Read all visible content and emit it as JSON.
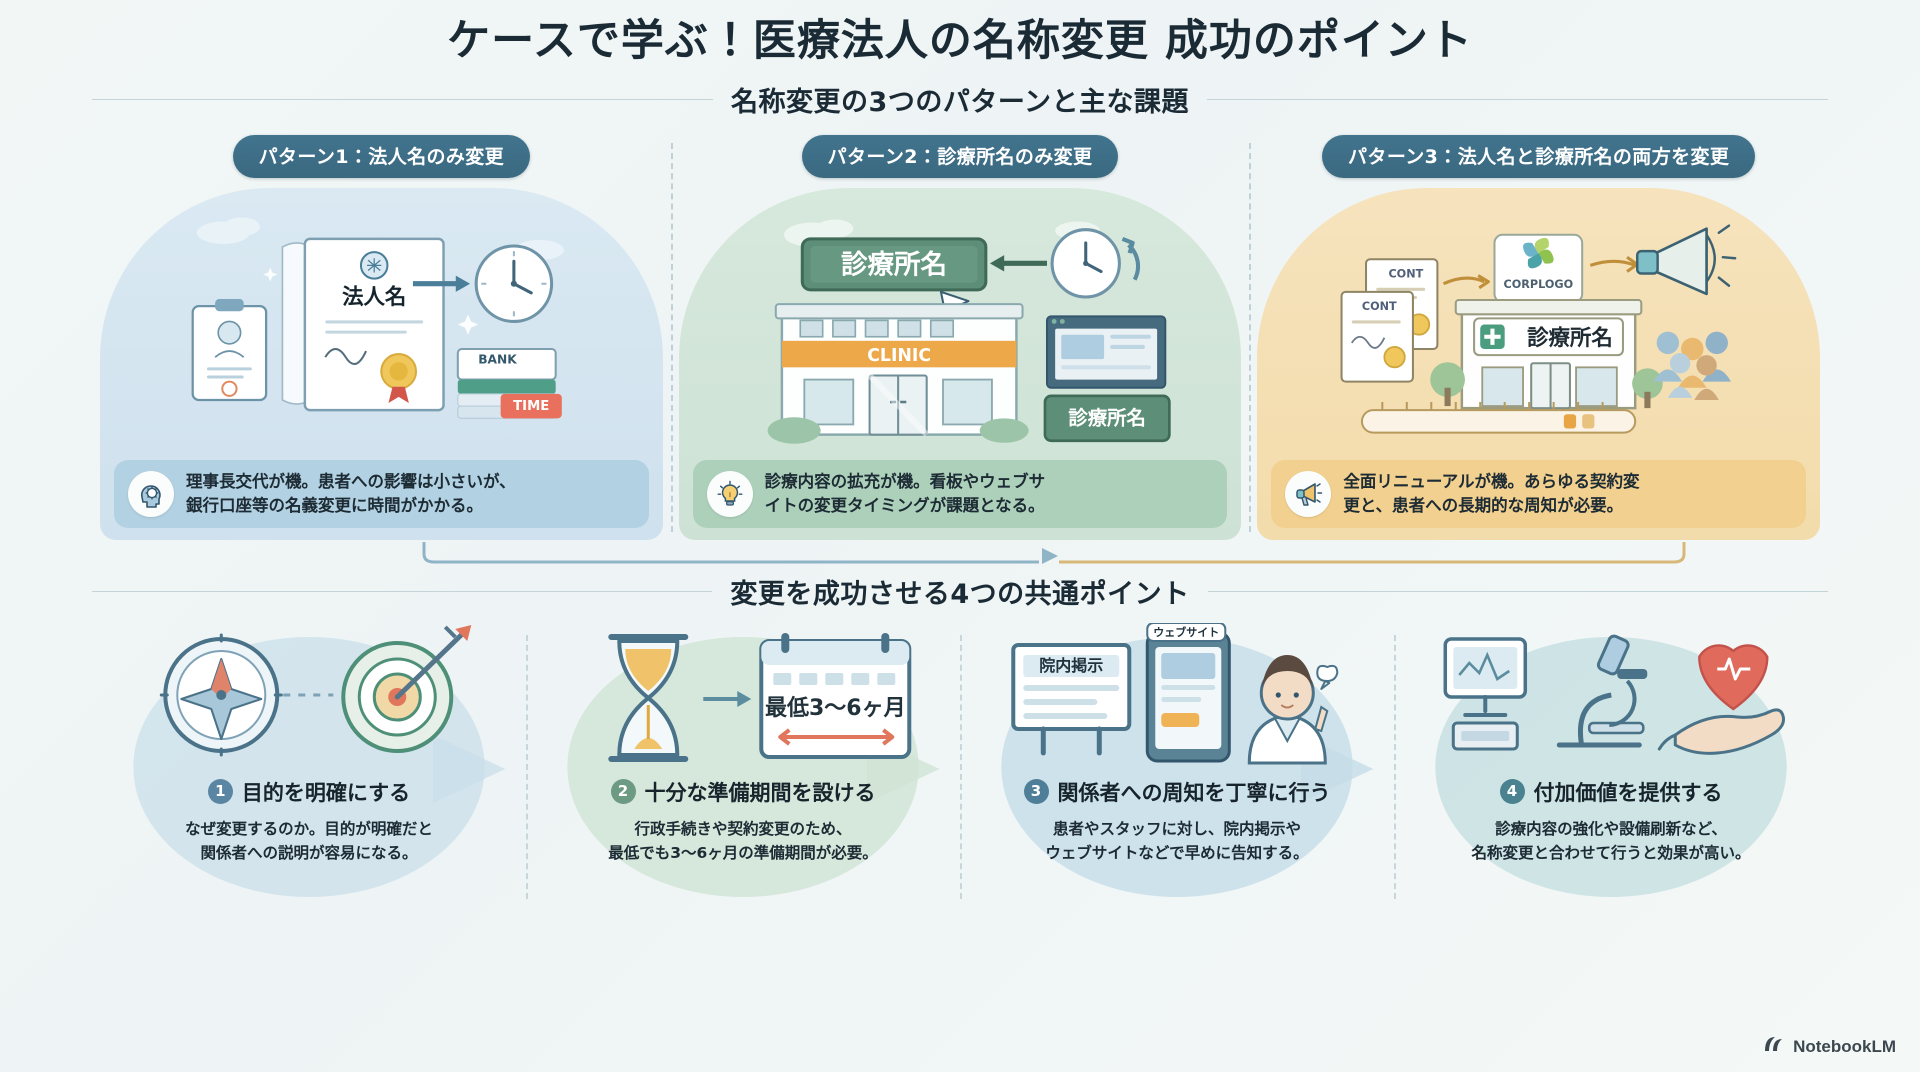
{
  "title": "ケースで学ぶ！医療法人の名称変更 成功のポイント",
  "sections": {
    "patterns_heading": "名称変更の3つのパターンと主な課題",
    "points_heading": "変更を成功させる4つの共通ポイント"
  },
  "patterns": [
    {
      "pill": "パターン1：法人名のみ変更",
      "caption": "理事長交代が機。患者への影響は小さいが、銀行口座等の名義変更に時間がかかる。",
      "caption_line1": "理事長交代が機。患者への影響は小さいが、",
      "caption_line2": "銀行口座等の名義変更に時間がかかる。",
      "icon": "head-gear-icon",
      "panel_color": "#cfe1ee",
      "caption_color": "#adcedf",
      "art_labels": {
        "document": "法人名",
        "bank": "BANK",
        "time": "TIME"
      }
    },
    {
      "pill": "パターン2：診療所名のみ変更",
      "caption": "診療内容の拡充が機。看板やウェブサイトの変更タイミングが課題となる。",
      "caption_line1": "診療内容の拡充が機。看板やウェブサ",
      "caption_line2": "イトの変更タイミングが課題となる。",
      "icon": "lightbulb-icon",
      "panel_color": "#cde2d5",
      "caption_color": "#a7cdb6",
      "art_labels": {
        "sign": "診療所名",
        "building": "CLINIC",
        "board": "診療所名"
      }
    },
    {
      "pill": "パターン3：法人名と診療所名の両方を変更",
      "caption": "全面リニューアルが機。あらゆる契約変更と、患者への長期的な周知が必要。",
      "caption_line1": "全面リニューアルが機。あらゆる契約変",
      "caption_line2": "更と、患者への長期的な周知が必要。",
      "icon": "megaphone-icon",
      "panel_color": "#f3dcab",
      "caption_color": "#f1ce89",
      "art_labels": {
        "contract1": "CONT",
        "contract2": "CONT",
        "logo": "CORPLOGO",
        "clinic": "診療所名"
      }
    }
  ],
  "points": [
    {
      "number": "1",
      "title": "目的を明確にする",
      "desc_line1": "なぜ変更するのか。目的が明確だと",
      "desc_line2": "関係者への説明が容易になる。",
      "badge_color": "#5b86a3",
      "bubble_color": "#c9dfe9",
      "icons": [
        "compass-icon",
        "target-arrow-icon"
      ]
    },
    {
      "number": "2",
      "title": "十分な準備期間を設ける",
      "desc_line1": "行政手続きや契約変更のため、",
      "desc_line2": "最低でも3〜6ヶ月の準備期間が必要。",
      "badge_color": "#6d9a82",
      "bubble_color": "#cfe3d5",
      "icons": [
        "hourglass-icon",
        "calendar-icon"
      ],
      "art_label": "最低3〜6ヶ月"
    },
    {
      "number": "3",
      "title": "関係者への周知を丁寧に行う",
      "desc_line1": "患者やスタッフに対し、院内掲示や",
      "desc_line2": "ウェブサイトなどで早めに告知する。",
      "badge_color": "#4f7f98",
      "bubble_color": "#c6dde8",
      "icons": [
        "noticeboard-icon",
        "smartphone-icon",
        "doctor-icon"
      ],
      "art_labels": {
        "board": "院内掲示",
        "phone": "ウェブサイト"
      }
    },
    {
      "number": "4",
      "title": "付加価値を提供する",
      "desc_line1": "診療内容の強化や設備刷新など、",
      "desc_line2": "名称変更と合わせて行うと効果が高い。",
      "badge_color": "#4a8290",
      "bubble_color": "#c4dfe1",
      "icons": [
        "monitor-icon",
        "microscope-icon",
        "heart-hand-icon"
      ]
    }
  ],
  "watermark": {
    "label": "NotebookLM",
    "icon": "notebooklm-logo-icon"
  },
  "colors": {
    "title": "#1b2b36",
    "pill": "#3d6e87",
    "rule": "#c3d4d8",
    "background": "#f0f6f5"
  }
}
